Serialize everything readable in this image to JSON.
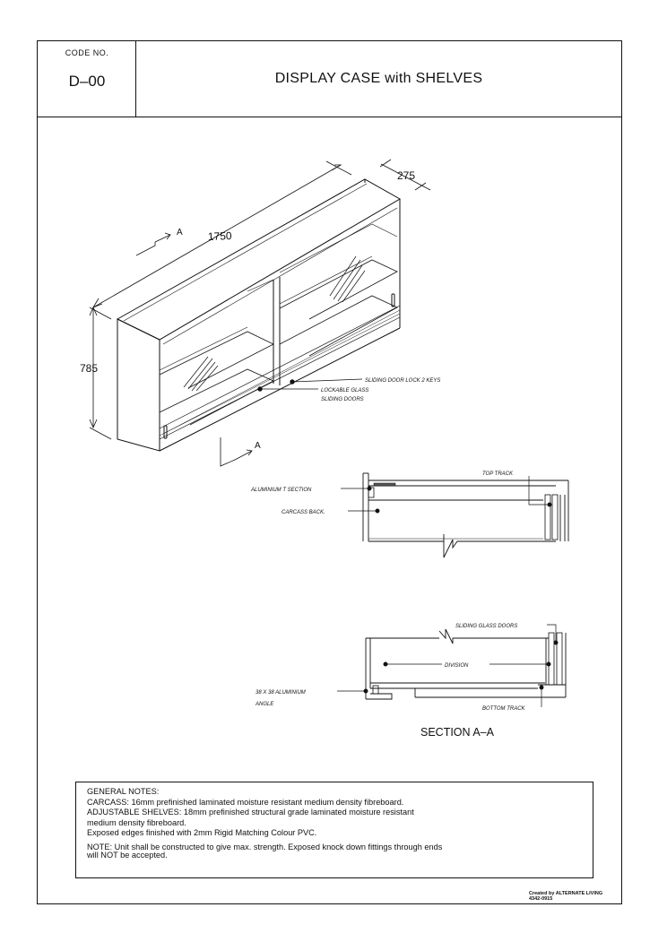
{
  "header": {
    "code_label": "CODE NO.",
    "code_value": "D–00",
    "title": "DISPLAY CASE with SHELVES"
  },
  "iso_view": {
    "dim_length": "1750",
    "dim_depth": "275",
    "dim_height": "785",
    "section_mark": "A",
    "callouts": {
      "door_lock": "SLIDING DOOR LOCK 2 KEYS",
      "glass_line1": "LOCKABLE GLASS",
      "glass_line2": "SLIDING DOORS"
    }
  },
  "section_top": {
    "top_track": "TOP TRACK",
    "aluminium_t": "ALUMINIUM T SECTION",
    "carcass_back": "CARCASS BACK."
  },
  "section_bottom": {
    "sliding_glass": "SLIDING GLASS DOORS",
    "division": "DIVISION",
    "angle_line1": "38 X 38 ALUMINIUM",
    "angle_line2": "ANGLE",
    "bottom_track": "BOTTOM TRACK",
    "section_title": "SECTION A–A"
  },
  "notes": {
    "heading": "GENERAL NOTES:",
    "line1": "CARCASS: 16mm prefinished laminated moisture resistant medium density fibreboard.",
    "line2": "ADJUSTABLE SHELVES: 18mm prefinished structural grade laminated moisture resistant",
    "line3": "medium density fibreboard.",
    "line4": "Exposed edges finished with 2mm Rigid Matching Colour PVC.",
    "line5": "NOTE: Unit shall be constructed to give max. strength. Exposed knock down fittings through ends",
    "line6": "will NOT be accepted."
  },
  "credit": {
    "line1": "Created by ALTERNATE LIVING",
    "line2": "4342-0915"
  }
}
